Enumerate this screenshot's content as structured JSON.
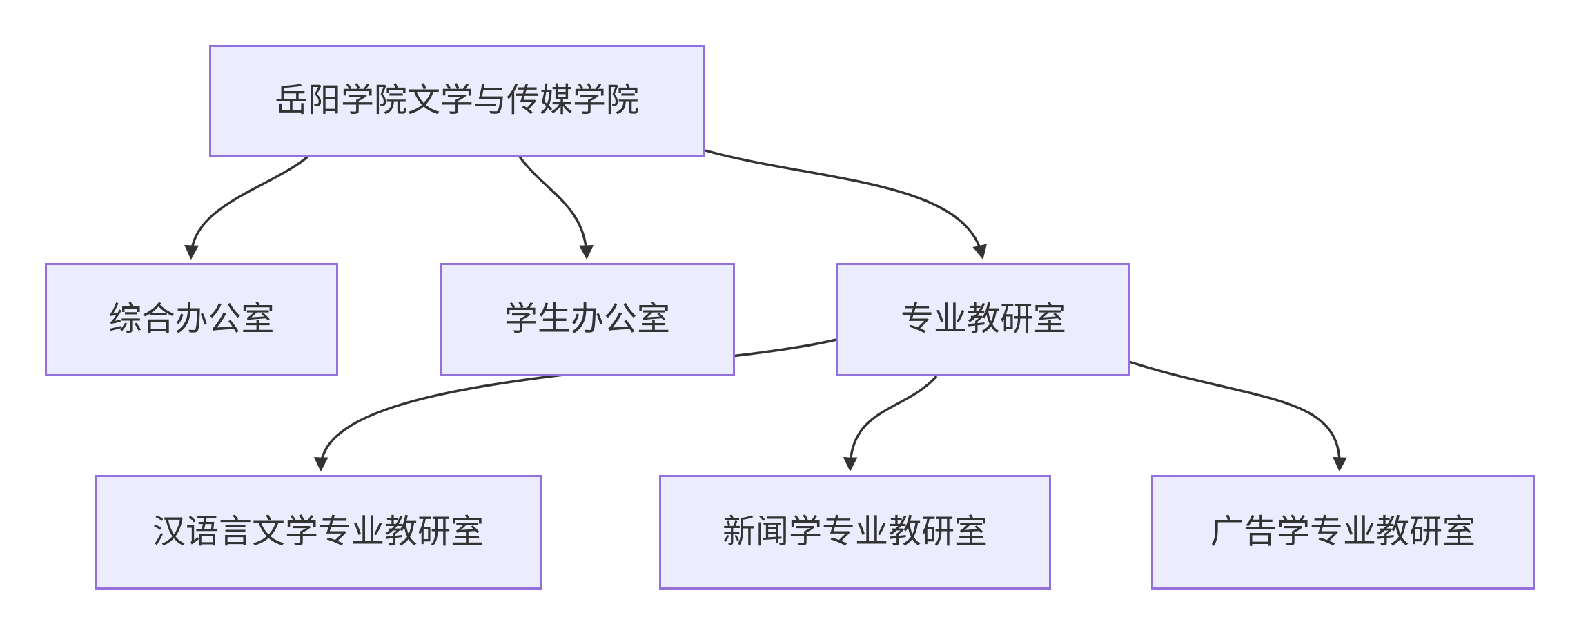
{
  "diagram": {
    "type": "flowchart",
    "direction": "top-down",
    "colors": {
      "background": "#FFFFFF",
      "node_fill": "#ECECFF",
      "node_border": "#9370DB",
      "edge": "#333333",
      "text": "#333333"
    },
    "nodes": {
      "root": {
        "label": "岳阳学院文学与传媒学院"
      },
      "office_general": {
        "label": "综合办公室"
      },
      "office_student": {
        "label": "学生办公室"
      },
      "office_teaching": {
        "label": "专业教研室"
      },
      "dept_chinese": {
        "label": "汉语言文学专业教研室"
      },
      "dept_journalism": {
        "label": "新闻学专业教研室"
      },
      "dept_advertising": {
        "label": "广告学专业教研室"
      }
    },
    "edges": [
      {
        "from": "岳阳学院文学与传媒学院",
        "to": "综合办公室",
        "arrow": true
      },
      {
        "from": "岳阳学院文学与传媒学院",
        "to": "学生办公室",
        "arrow": true
      },
      {
        "from": "岳阳学院文学与传媒学院",
        "to": "专业教研室",
        "arrow": true
      },
      {
        "from": "专业教研室",
        "to": "汉语言文学专业教研室",
        "arrow": true
      },
      {
        "from": "专业教研室",
        "to": "新闻学专业教研室",
        "arrow": true
      },
      {
        "from": "专业教研室",
        "to": "广告学专业教研室",
        "arrow": true
      }
    ]
  }
}
